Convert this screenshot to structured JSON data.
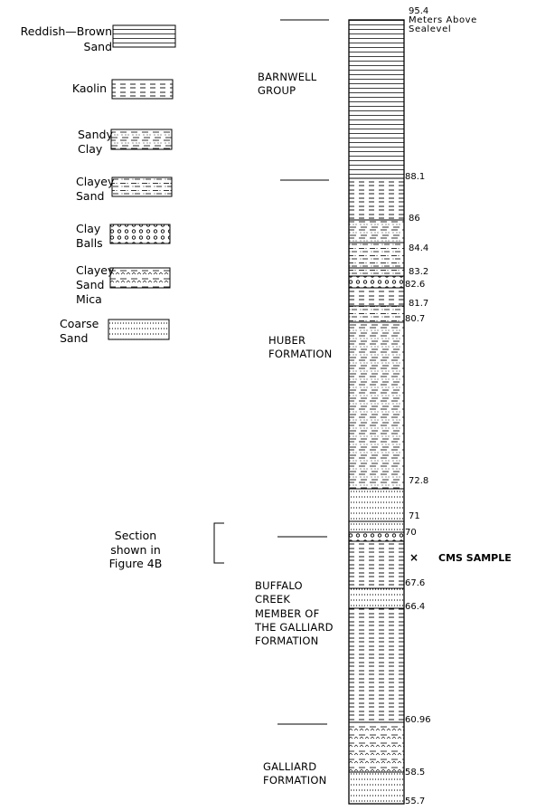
{
  "legend": {
    "items": [
      {
        "label": "Reddish—Brown Sand",
        "pattern": "reddish-brown-sand"
      },
      {
        "label": "Kaolin",
        "pattern": "kaolin"
      },
      {
        "label": "Sandy Clay",
        "pattern": "sandy-clay"
      },
      {
        "label": "Clayey Sand",
        "pattern": "clayey-sand"
      },
      {
        "label": "Clay Balls",
        "pattern": "clay-balls"
      },
      {
        "label": "Clayey Sand Mica",
        "pattern": "clayey-sand-mica"
      },
      {
        "label": "Coarse Sand",
        "pattern": "coarse-sand"
      }
    ]
  },
  "formations": [
    {
      "name": "BARNWELL GROUP"
    },
    {
      "name": "HUBER FORMATION"
    },
    {
      "name": "BUFFALO CREEK MEMBER OF THE GALLIARD FORMATION"
    },
    {
      "name": "GALLIARD FORMATION"
    }
  ],
  "depths": {
    "top": "95.4",
    "top_units": "Meters Above Sealevel",
    "marks": [
      "88.1",
      "86",
      "84.4",
      "83.2",
      "82.6",
      "81.7",
      "80.7",
      "72.8",
      "71",
      "70",
      "67.6",
      "66.4",
      "60.96",
      "58.5",
      "55.7"
    ]
  },
  "section_note": "Section shown in Figure 4B",
  "sample": {
    "marker": "×",
    "label": "CMS SAMPLE"
  },
  "colors": {
    "ink": "#000000",
    "background": "#ffffff"
  }
}
